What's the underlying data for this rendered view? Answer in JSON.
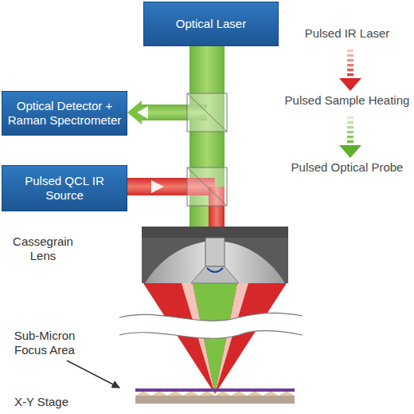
{
  "diagram": {
    "nodes": [
      {
        "text": [
          "Optical Laser"
        ]
      },
      {
        "text": [
          "Optical Detector + Raman Spectrometer"
        ]
      },
      {
        "text": [
          "Pulsed QCL IR Source"
        ]
      }
    ],
    "labels": [
      "Pulsed IR Laser",
      "Pulsed Sample Heating",
      "Pulsed Optical Probe",
      "Cassegrain Lens",
      "Sub-Micron Focus Area",
      "X-Y Stage"
    ]
  }
}
